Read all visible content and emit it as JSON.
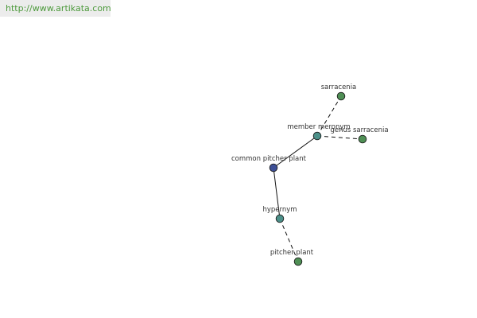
{
  "site_url": "http://www.artikata.com",
  "graph": {
    "nodes": [
      {
        "id": "sarracenia",
        "label": "sarracenia",
        "kind": "leaf",
        "color": "#4f8f55"
      },
      {
        "id": "member-meronym",
        "label": "member meronym",
        "kind": "relation",
        "color": "#4c9089"
      },
      {
        "id": "genus-sarracenia",
        "label": "genus sarracenia",
        "kind": "leaf",
        "color": "#4f8f55"
      },
      {
        "id": "common-pitcher-plant",
        "label": "common pitcher plant",
        "kind": "root",
        "color": "#3d4f96"
      },
      {
        "id": "hypernym",
        "label": "hypernym",
        "kind": "relation",
        "color": "#4c9089"
      },
      {
        "id": "pitcher-plant",
        "label": "pitcher plant",
        "kind": "leaf",
        "color": "#4f8f55"
      }
    ],
    "edges": [
      {
        "from": "common-pitcher-plant",
        "to": "member-meronym",
        "style": "solid"
      },
      {
        "from": "common-pitcher-plant",
        "to": "hypernym",
        "style": "solid"
      },
      {
        "from": "member-meronym",
        "to": "sarracenia",
        "style": "dashed"
      },
      {
        "from": "member-meronym",
        "to": "genus-sarracenia",
        "style": "dashed"
      },
      {
        "from": "hypernym",
        "to": "pitcher-plant",
        "style": "dashed"
      }
    ]
  }
}
